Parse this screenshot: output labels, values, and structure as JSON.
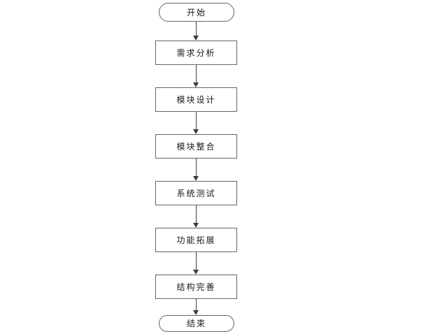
{
  "flowchart": {
    "direction": "top-down",
    "colors": {
      "background": "#ffffff",
      "node_fill": "#ffffff",
      "node_border": "#666666",
      "arrow": "#3c3c3c",
      "text": "#1a1a1a"
    },
    "nodes": [
      {
        "id": "start",
        "type": "terminal",
        "label": "开始"
      },
      {
        "id": "requirements-analysis",
        "type": "process",
        "label": "需求分析"
      },
      {
        "id": "module-design",
        "type": "process",
        "label": "模块设计"
      },
      {
        "id": "module-integration",
        "type": "process",
        "label": "模块整合"
      },
      {
        "id": "system-testing",
        "type": "process",
        "label": "系统测试"
      },
      {
        "id": "feature-expansion",
        "type": "process",
        "label": "功能拓展"
      },
      {
        "id": "structure-refinement",
        "type": "process",
        "label": "结构完善"
      },
      {
        "id": "end",
        "type": "terminal",
        "label": "结束"
      }
    ],
    "edges": [
      {
        "from": "start",
        "to": "requirements-analysis"
      },
      {
        "from": "requirements-analysis",
        "to": "module-design"
      },
      {
        "from": "module-design",
        "to": "module-integration"
      },
      {
        "from": "module-integration",
        "to": "system-testing"
      },
      {
        "from": "system-testing",
        "to": "feature-expansion"
      },
      {
        "from": "feature-expansion",
        "to": "structure-refinement"
      },
      {
        "from": "structure-refinement",
        "to": "end"
      }
    ]
  }
}
